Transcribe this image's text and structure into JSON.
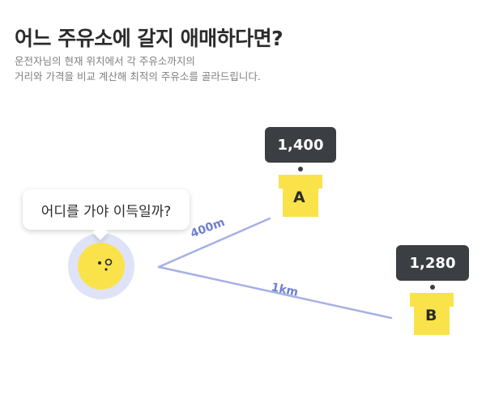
{
  "header": {
    "title": "어느 주유소에 갈지 애매하다면?",
    "description_line1": "운전자님의 현재 위치에서 각 주유소까지의",
    "description_line2": "거리와 가격을 비교 계산해 최적의 주유소를 골라드립니다."
  },
  "bubble": {
    "text": "어디를 가야 이득일까?"
  },
  "stations": {
    "a": {
      "label": "A",
      "price": "1,400",
      "distance": "400m"
    },
    "b": {
      "label": "B",
      "price": "1,280",
      "distance": "1km"
    }
  },
  "colors": {
    "accent_yellow": "#fae34a",
    "route_line": "#a7b0e4",
    "distance_text": "#6f7fd0",
    "price_tag_bg": "#3b3e42",
    "halo": "#dfe3f8"
  }
}
